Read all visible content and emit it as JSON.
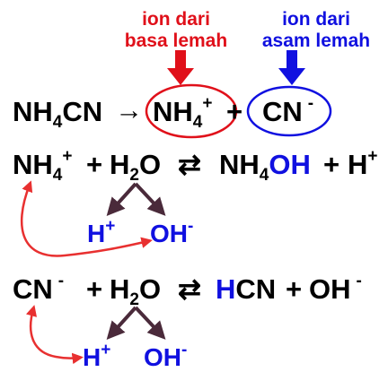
{
  "colors": {
    "black": "#000000",
    "red": "#e0101a",
    "blue": "#1010e0",
    "arrow_dark": "#4a2a3a",
    "pink": "#e83030"
  },
  "labels": {
    "weak_base": [
      "ion dari",
      "basa lemah"
    ],
    "weak_acid": [
      "ion dari",
      "asam lemah"
    ]
  },
  "equation1": {
    "reactant_base": "NH",
    "reactant_sub": "4",
    "reactant_end": "CN",
    "arrow": "→",
    "cation_base": "NH",
    "cation_sub": "4",
    "cation_charge": "+",
    "plus": "+",
    "anion": "CN",
    "anion_charge": "-"
  },
  "equation2": {
    "ion_base": "NH",
    "ion_sub": "4",
    "ion_charge": "+",
    "plus1": "+",
    "water_h": "H",
    "water_sub": "2",
    "water_o": "O",
    "equilibrium": "⇄",
    "product_base": "NH",
    "product_sub": "4",
    "product_oh": "OH",
    "plus2": "+",
    "proton": "H",
    "proton_charge": "+",
    "split_left": "H",
    "split_left_charge": "+",
    "split_right": "OH",
    "split_right_charge": "-"
  },
  "equation3": {
    "ion": "CN",
    "ion_charge": "-",
    "plus1": "+",
    "water_h": "H",
    "water_sub": "2",
    "water_o": "O",
    "equilibrium": "⇄",
    "product_h": "H",
    "product_cn": "CN",
    "plus2": "+",
    "hydroxide": "OH",
    "hydroxide_charge": "-",
    "split_left": "H",
    "split_left_charge": "+",
    "split_right": "OH",
    "split_right_charge": "-"
  }
}
